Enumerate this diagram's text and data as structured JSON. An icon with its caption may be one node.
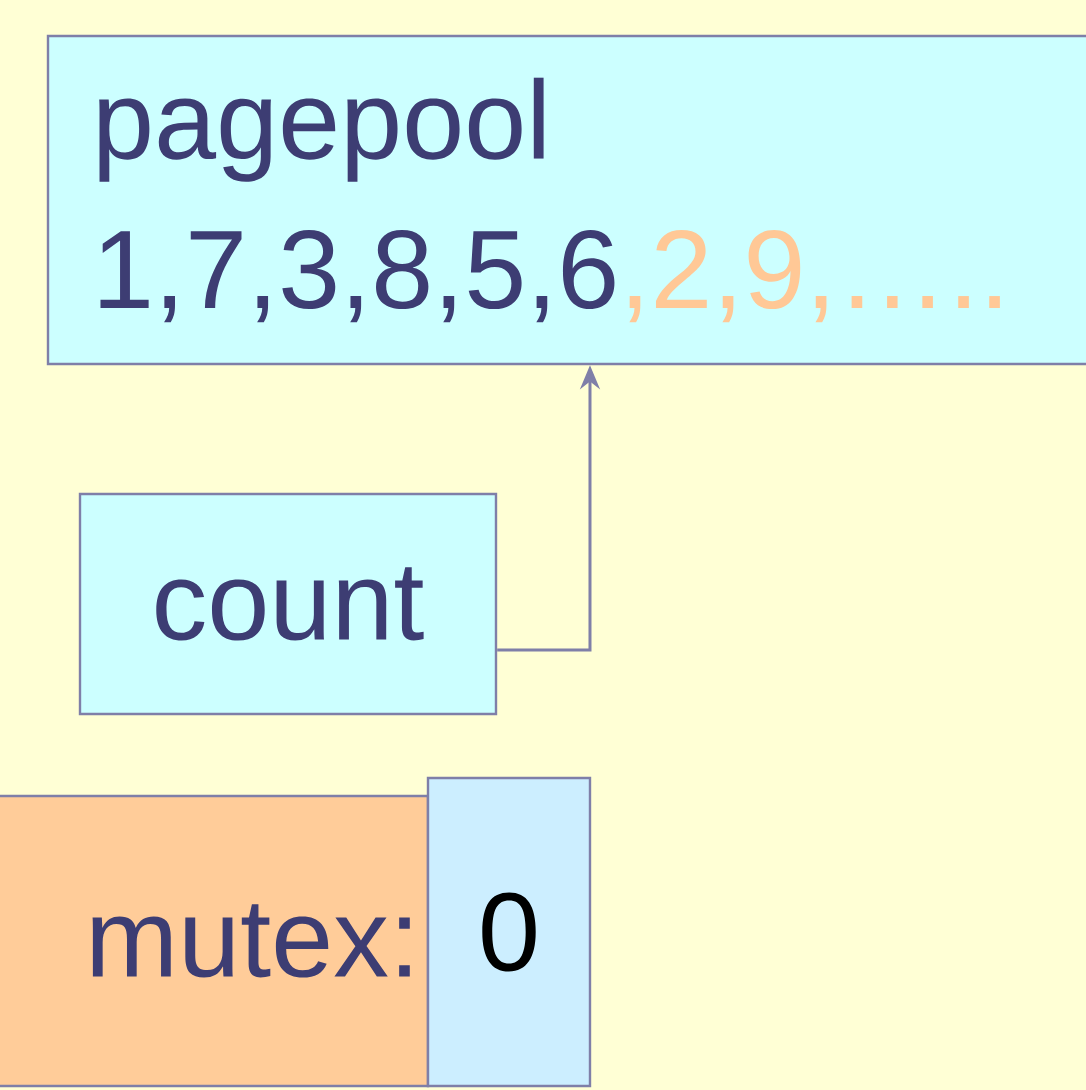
{
  "diagram": {
    "nodes": [
      {
        "text": [
          "pagepool",
          "1,7,3,8,5,6",
          ",2,9,….."
        ]
      },
      {
        "text": [
          "count"
        ]
      },
      {
        "text": [
          "mutex:"
        ]
      },
      {
        "text": [
          "0"
        ]
      }
    ],
    "edges": [
      {
        "from": 1,
        "to": 0,
        "arrow": "to"
      }
    ]
  }
}
